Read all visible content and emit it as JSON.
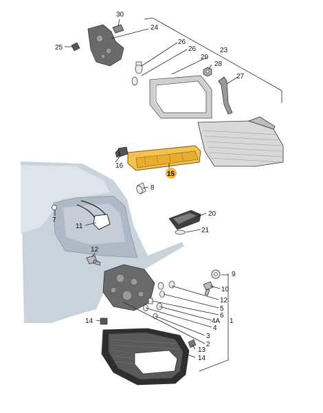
{
  "labels": {
    "p1": "1",
    "p2": "2",
    "p3": "3",
    "p4": "4",
    "p4a": "4A",
    "p5": "5",
    "p6": "6",
    "p7": "7",
    "p8": "8",
    "p9": "9",
    "p10": "10",
    "p11": "11",
    "p12a": "12",
    "p12b": "12",
    "p13": "13",
    "p14a": "14",
    "p14b": "14",
    "p15": "15",
    "p16": "16",
    "p20": "20",
    "p21": "21",
    "p23": "23",
    "p24": "24",
    "p25": "25",
    "p26a": "26",
    "p26b": "26",
    "p27": "27",
    "p28": "28",
    "p29": "29",
    "p30": "30"
  },
  "colors": {
    "body_panel": "#c9d3de",
    "lens_gray": "#d9d9d9",
    "gasket": "#cfcfcf",
    "highlight": "#f2c14e",
    "highlight_badge": "#f2b33d"
  }
}
